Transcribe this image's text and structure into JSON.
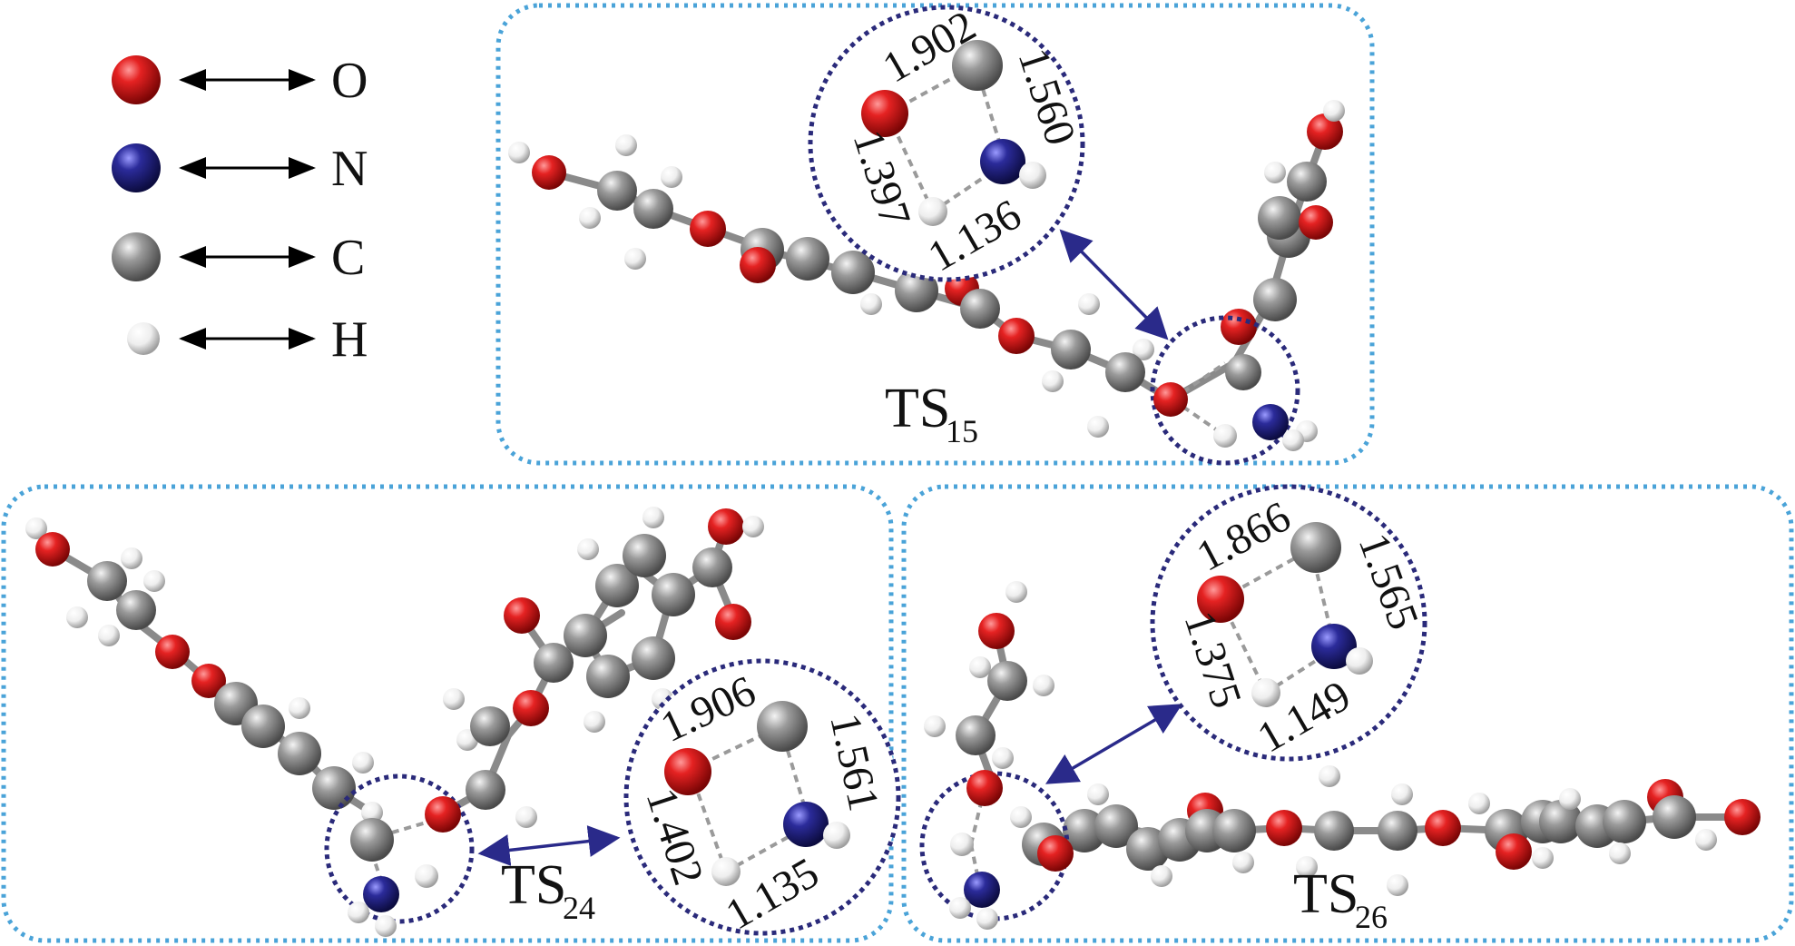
{
  "legend": [
    {
      "element": "O",
      "color": "#d41919"
    },
    {
      "element": "N",
      "color": "#22228a"
    },
    {
      "element": "C",
      "color": "#8c8c8c"
    },
    {
      "element": "H",
      "color": "#f2f2f2"
    }
  ],
  "panels": [
    {
      "id": "ts15",
      "label_main": "TS",
      "label_sub": "15",
      "distances": {
        "o_c": "1.902",
        "c_n": "1.560",
        "o_h": "1.397",
        "h_n": "1.136"
      }
    },
    {
      "id": "ts24",
      "label_main": "TS",
      "label_sub": "24",
      "distances": {
        "o_c": "1.906",
        "c_n": "1.561",
        "o_h": "1.402",
        "h_n": "1.135"
      }
    },
    {
      "id": "ts26",
      "label_main": "TS",
      "label_sub": "26",
      "distances": {
        "o_c": "1.866",
        "c_n": "1.565",
        "o_h": "1.375",
        "h_n": "1.149"
      }
    }
  ]
}
